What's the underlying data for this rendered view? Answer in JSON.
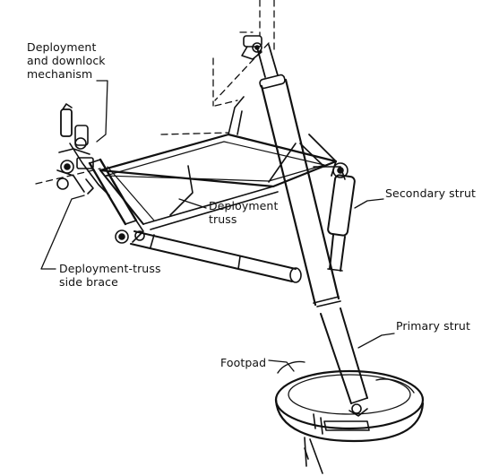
{
  "labels": {
    "deployment_mechanism": "Deployment\nand downlock\nmechanism",
    "deployment_truss": "Deployment\ntruss",
    "secondary_strut": "Secondary strut",
    "side_brace": "Deployment-truss\nside brace",
    "primary_strut": "Primary strut",
    "footpad": "Footpad"
  },
  "colors": {
    "ink": "#111111",
    "background": "#ffffff"
  }
}
